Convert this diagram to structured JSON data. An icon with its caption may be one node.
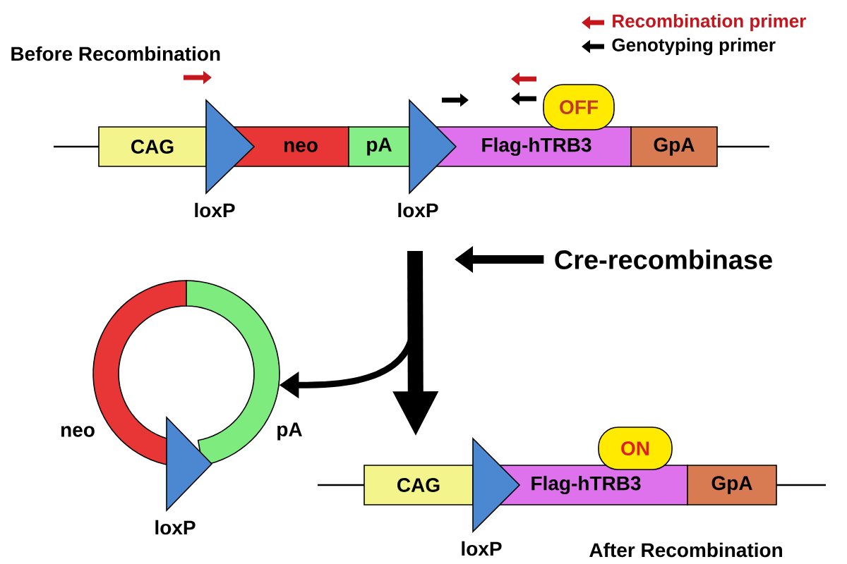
{
  "diagram": {
    "nodes": [
      {
        "text": [
          "CAG"
        ]
      },
      {
        "text": [],
        "shape": "triangle",
        "beside": [
          "loxP"
        ]
      },
      {
        "text": [
          "neo"
        ]
      },
      {
        "text": [
          "pA"
        ]
      },
      {
        "text": [],
        "shape": "triangle",
        "beside": [
          "loxP"
        ]
      },
      {
        "text": [
          "Flag-hTRB3"
        ]
      },
      {
        "text": [
          "GpA"
        ]
      },
      {
        "text": [
          "OFF"
        ]
      },
      {
        "text": [
          "Cre-recombinase"
        ]
      },
      {
        "text": [],
        "shape": "circle",
        "beside": [
          "neo",
          "pA"
        ]
      },
      {
        "text": [],
        "shape": "triangle",
        "beside": [
          "loxP"
        ]
      },
      {
        "text": [
          "CAG"
        ]
      },
      {
        "text": [],
        "shape": "triangle",
        "beside": [
          "loxP"
        ]
      },
      {
        "text": [
          "Flag-hTRB3"
        ]
      },
      {
        "text": [
          "GpA"
        ]
      },
      {
        "text": [
          "ON"
        ]
      }
    ],
    "edges": [
      {
        "from": null,
        "to": 11,
        "arrow": "to",
        "style": "thick"
      },
      {
        "from": null,
        "to": 9,
        "arrow": "to"
      },
      {
        "from": 8,
        "to": null,
        "arrow": "to"
      }
    ],
    "labels": [
      "Before Recombination",
      "After Recombination"
    ],
    "legend": [
      {
        "text": "Recombination primer"
      },
      {
        "text": "Genotyping primer"
      }
    ]
  }
}
